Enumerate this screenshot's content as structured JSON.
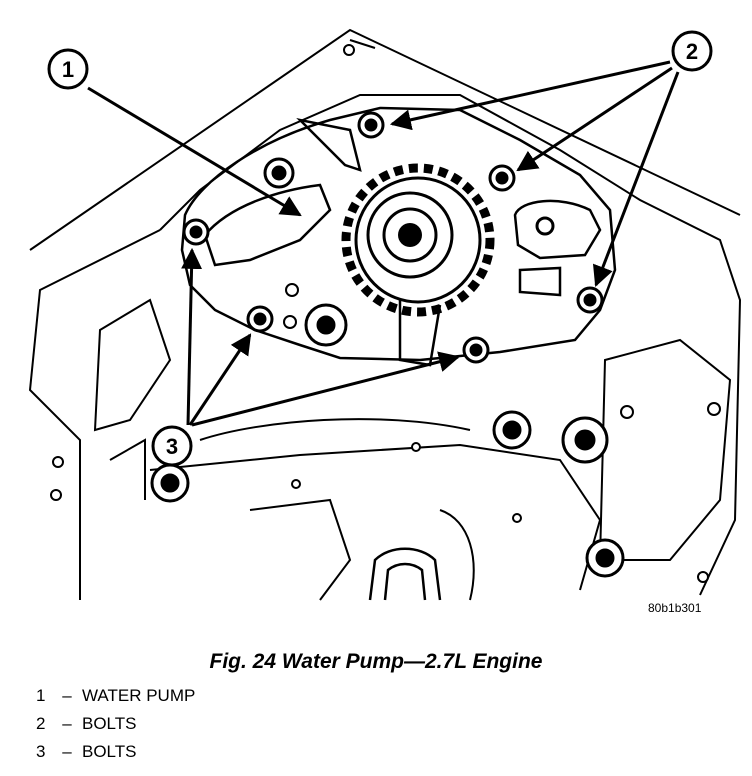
{
  "figure": {
    "code": "80b1b301",
    "caption": "Fig. 24 Water Pump—2.7L Engine"
  },
  "callouts": [
    {
      "number": "1"
    },
    {
      "number": "2"
    },
    {
      "number": "3"
    }
  ],
  "legend": [
    {
      "number": "1",
      "sep": "–",
      "label": "WATER PUMP"
    },
    {
      "number": "2",
      "sep": "–",
      "label": "BOLTS"
    },
    {
      "number": "3",
      "sep": "–",
      "label": "BOLTS"
    }
  ]
}
